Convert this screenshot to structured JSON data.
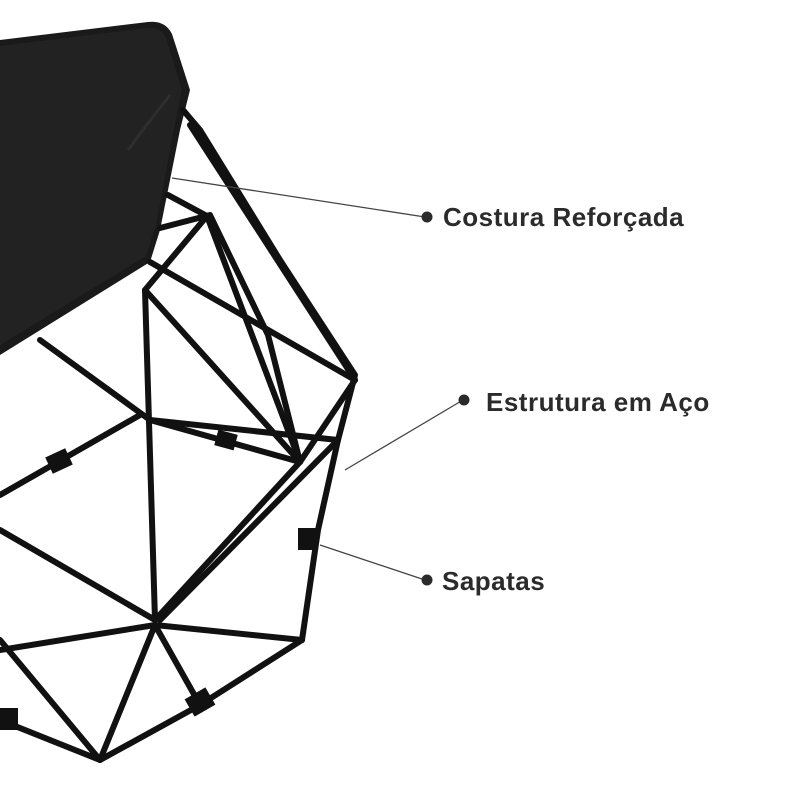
{
  "callouts": [
    {
      "label": "Costura Reforçada"
    },
    {
      "label": "Estrutura em Aço"
    },
    {
      "label": "Sapatas"
    }
  ],
  "colors": {
    "background": "#ffffff",
    "seat": "#1c1c1c",
    "frame": "#111111",
    "label_text": "#2b2b2b",
    "leader_line": "#444444"
  }
}
